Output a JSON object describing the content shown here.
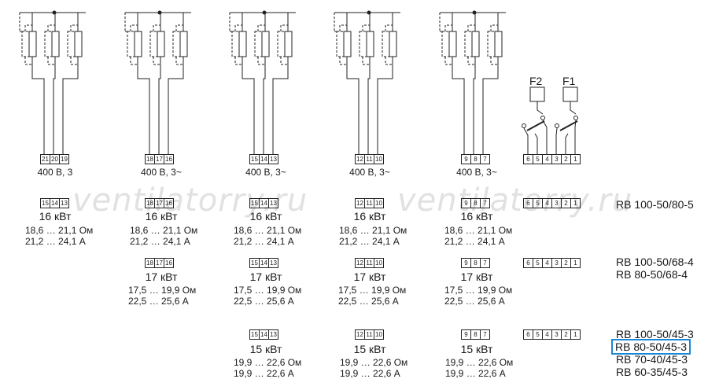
{
  "watermark": "ventilatorry.ru",
  "groups": [
    {
      "terminals": [
        "21",
        "20",
        "19"
      ],
      "voltage": "400 В, 3"
    },
    {
      "terminals": [
        "18",
        "17",
        "16"
      ],
      "voltage": "400 В, 3~"
    },
    {
      "terminals": [
        "15",
        "14",
        "13"
      ],
      "voltage": "400 В, 3~"
    },
    {
      "terminals": [
        "12",
        "11",
        "10"
      ],
      "voltage": "400 В, 3~"
    },
    {
      "terminals": [
        "9",
        "8",
        "7"
      ],
      "voltage": "400 В, 3~"
    }
  ],
  "relay": {
    "labels": [
      "F2",
      "F1"
    ],
    "terminals": [
      "6",
      "5",
      "4",
      "3",
      "2",
      "1"
    ]
  },
  "rows": [
    {
      "models": [
        "RB 100-50/80-5"
      ],
      "entries": [
        {
          "terminals": [
            "15",
            "14",
            "13"
          ],
          "power": "16 кВт",
          "resistance": "18,6 … 21,1 Ом",
          "current": "21,2 … 24,1 А"
        },
        {
          "terminals": [
            "18",
            "17",
            "16"
          ],
          "power": "16 кВт",
          "resistance": "18,6 … 21,1 Ом",
          "current": "21,2 … 24,1 А"
        },
        {
          "terminals": [
            "15",
            "14",
            "13"
          ],
          "power": "16 кВт",
          "resistance": "18,6 … 21,1 Ом",
          "current": "21,2 … 24,1 А"
        },
        {
          "terminals": [
            "12",
            "11",
            "10"
          ],
          "power": "16 кВт",
          "resistance": "18,6 … 21,1 Ом",
          "current": "21,2 … 24,1 А"
        },
        {
          "terminals": [
            "9",
            "8",
            "7"
          ],
          "power": "16 кВт",
          "resistance": "18,6 … 21,1 Ом",
          "current": "21,2 … 24,1 А"
        }
      ],
      "relay_terminals": [
        "6",
        "5",
        "4",
        "3",
        "2",
        "1"
      ]
    },
    {
      "models": [
        "RB 100-50/68-4",
        "RB 80-50/68-4"
      ],
      "entries": [
        {
          "terminals": [
            "18",
            "17",
            "16"
          ],
          "power": "17 кВт",
          "resistance": "17,5 … 19,9 Ом",
          "current": "22,5 … 25,6 А"
        },
        {
          "terminals": [
            "15",
            "14",
            "13"
          ],
          "power": "17 кВт",
          "resistance": "17,5 … 19,9 Ом",
          "current": "22,5 … 25,6 А"
        },
        {
          "terminals": [
            "12",
            "11",
            "10"
          ],
          "power": "17 кВт",
          "resistance": "17,5 … 19,9 Ом",
          "current": "22,5 … 25,6 А"
        },
        {
          "terminals": [
            "9",
            "8",
            "7"
          ],
          "power": "17 кВт",
          "resistance": "17,5 … 19,9 Ом",
          "current": "22,5 … 25,6 А"
        }
      ],
      "relay_terminals": [
        "6",
        "5",
        "4",
        "3",
        "2",
        "1"
      ]
    },
    {
      "models": [
        "RB 100-50/45-3",
        "RB 80-50/45-3",
        "RB 70-40/45-3",
        "RB 60-35/45-3"
      ],
      "selected_model": "RB 80-50/45-3",
      "entries": [
        {
          "terminals": [
            "15",
            "14",
            "13"
          ],
          "power": "15 кВт",
          "resistance": "19,9 … 22,6 Ом",
          "current": "19,9 … 22,6 А"
        },
        {
          "terminals": [
            "12",
            "11",
            "10"
          ],
          "power": "15 кВт",
          "resistance": "19,9 … 22,6 Ом",
          "current": "19,9 … 22,6 А"
        },
        {
          "terminals": [
            "9",
            "8",
            "7"
          ],
          "power": "15 кВт",
          "resistance": "19,9 … 22,6 Ом",
          "current": "19,9 … 22,6 А"
        }
      ],
      "relay_terminals": [
        "6",
        "5",
        "4",
        "3",
        "2",
        "1"
      ]
    }
  ]
}
